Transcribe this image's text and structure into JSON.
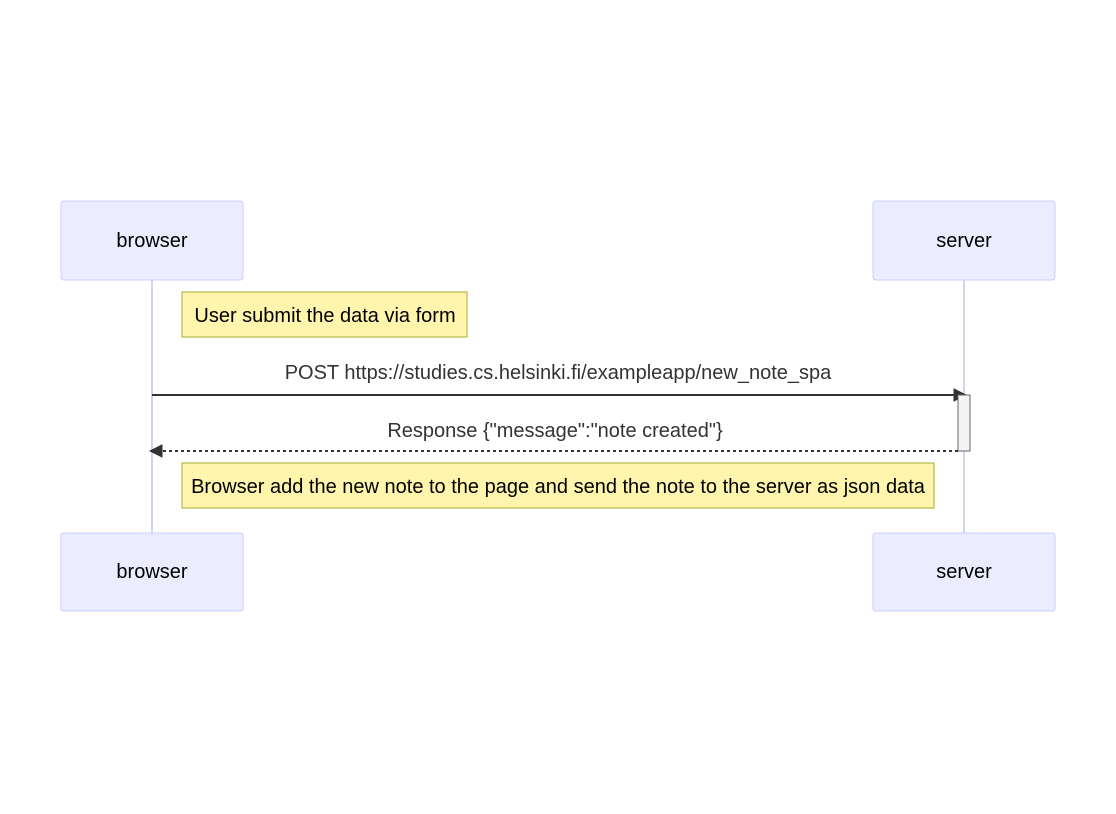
{
  "diagram": {
    "type": "sequence",
    "participants": [
      {
        "id": "browser",
        "label": "browser"
      },
      {
        "id": "server",
        "label": "server"
      }
    ],
    "steps": [
      {
        "kind": "note",
        "over": "browser",
        "text": "User submit the data via form"
      },
      {
        "kind": "message",
        "from": "browser",
        "to": "server",
        "style": "solid",
        "text": "POST https://studies.cs.helsinki.fi/exampleapp/new_note_spa",
        "activate": true
      },
      {
        "kind": "message",
        "from": "server",
        "to": "browser",
        "style": "dashed",
        "text": "Response {\"message\":\"note created\"}",
        "deactivate": true
      },
      {
        "kind": "note",
        "over": "browser-server",
        "text": "Browser add the new note to the page and send the note to the server as json data"
      }
    ],
    "colors": {
      "actor_fill": "#ECECFF",
      "actor_border": "#CCCCFF",
      "lifeline": "#D3D3F2",
      "note_fill": "#FFF5AD",
      "note_border": "#AAAA33",
      "message_line": "#333333",
      "activation_fill": "#F4F4F4"
    }
  }
}
